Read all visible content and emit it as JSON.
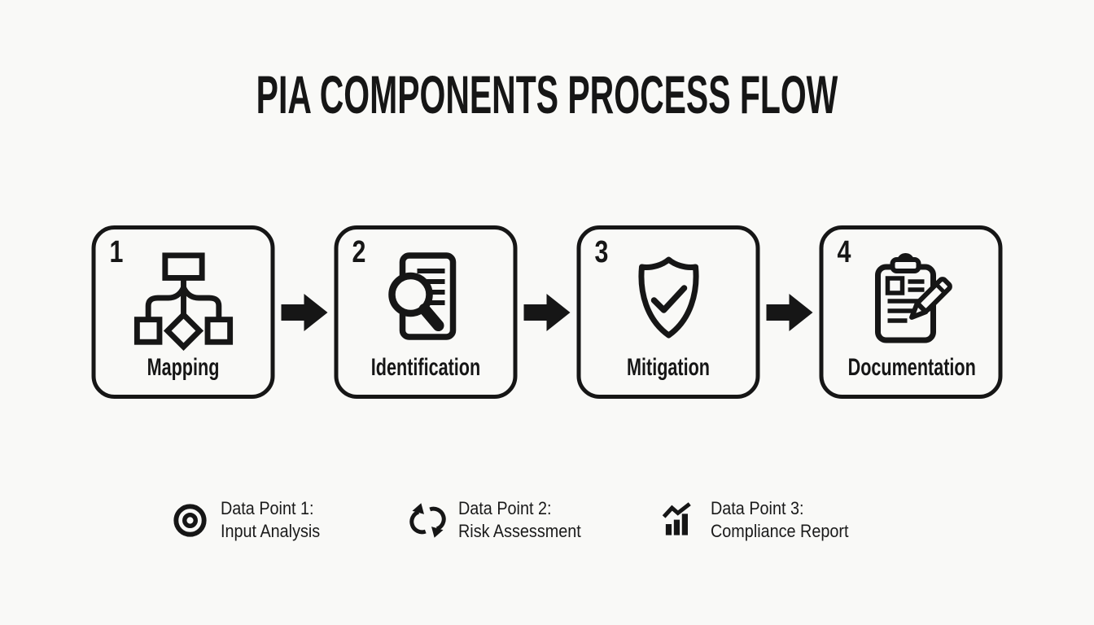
{
  "title": "PIA COMPONENTS PROCESS FLOW",
  "colors": {
    "background": "#f9f9f7",
    "ink": "#161616"
  },
  "flow_arrow_icon": "arrow-right-icon",
  "steps": [
    {
      "number": "1",
      "label": "Mapping",
      "icon": "flowchart-icon"
    },
    {
      "number": "2",
      "label": "Identification",
      "icon": "document-search-icon"
    },
    {
      "number": "3",
      "label": "Mitigation",
      "icon": "shield-check-icon"
    },
    {
      "number": "4",
      "label": "Documentation",
      "icon": "clipboard-pencil-icon"
    }
  ],
  "data_points": [
    {
      "title": "Data Point 1:",
      "subtitle": "Input Analysis",
      "icon": "bullseye-icon"
    },
    {
      "title": "Data Point 2:",
      "subtitle": "Risk Assessment",
      "icon": "cycle-icon"
    },
    {
      "title": "Data Point 3:",
      "subtitle": "Compliance Report",
      "icon": "bar-chart-icon"
    }
  ]
}
